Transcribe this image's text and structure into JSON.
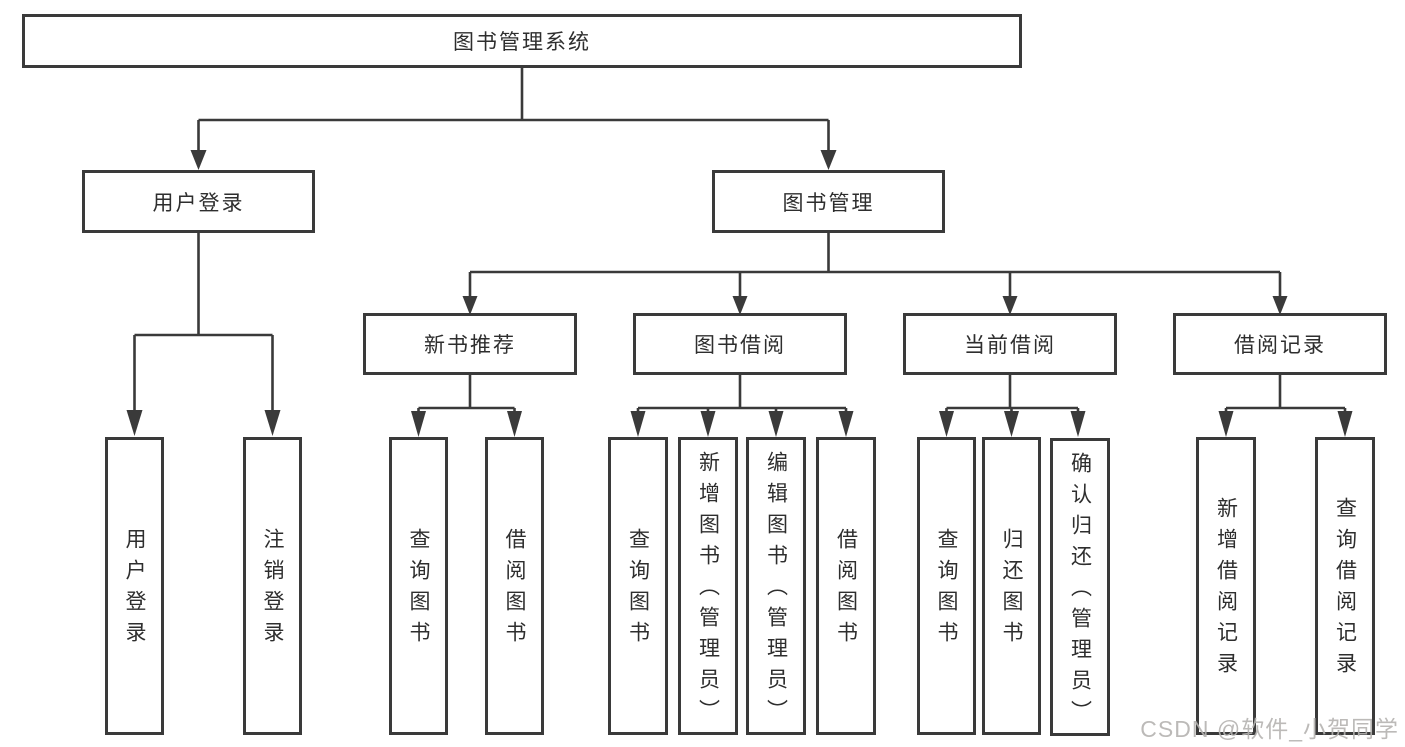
{
  "colors": {
    "bg": "#ffffff",
    "node-bg": "#ffffff",
    "line": "#3a3a3a",
    "text": "#2e2e2e",
    "watermark": "#b5b3b1"
  },
  "tree": {
    "root": {
      "label": "图书管理系统",
      "children": [
        {
          "label": "用户登录",
          "children": [
            {
              "label": "用户登录"
            },
            {
              "label": "注销登录"
            }
          ]
        },
        {
          "label": "图书管理",
          "children": [
            {
              "label": "新书推荐",
              "children": [
                {
                  "label": "查询图书"
                },
                {
                  "label": "借阅图书"
                }
              ]
            },
            {
              "label": "图书借阅",
              "children": [
                {
                  "label": "查询图书"
                },
                {
                  "label": "新增图书（管理员）"
                },
                {
                  "label": "编辑图书（管理员）"
                },
                {
                  "label": "借阅图书"
                }
              ]
            },
            {
              "label": "当前借阅",
              "children": [
                {
                  "label": "查询图书"
                },
                {
                  "label": "归还图书"
                },
                {
                  "label": "确认归还（管理员）"
                }
              ]
            },
            {
              "label": "借阅记录",
              "children": [
                {
                  "label": "新增借阅记录"
                },
                {
                  "label": "查询借阅记录"
                }
              ]
            }
          ]
        }
      ]
    }
  },
  "watermark": {
    "text": "CSDN @软件_小贺同学"
  }
}
